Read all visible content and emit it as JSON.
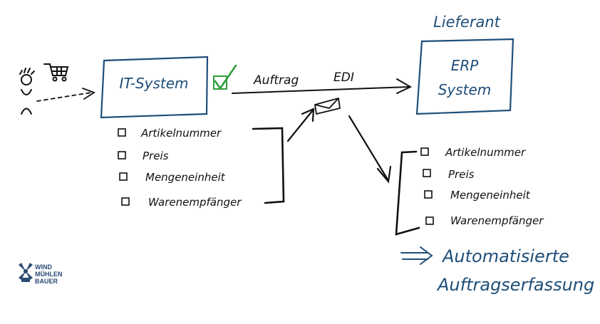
{
  "colors": {
    "ink_black": "#111111",
    "ink_blue": "#1f4e79",
    "ink_green": "#2e9e3a",
    "logo_blue": "#2a4a73"
  },
  "labels": {
    "supplier": "Lieferant",
    "it_system": "IT-System",
    "erp_line1": "ERP",
    "erp_line2": "System",
    "flow_order": "Auftrag",
    "flow_edi": "EDI",
    "result_line1": "Automatisierte",
    "result_line2": "Auftragserfassung"
  },
  "left_fields": [
    "Artikelnummer",
    "Preis",
    "Mengeneinheit",
    "Warenempfänger"
  ],
  "right_fields": [
    "Artikelnummer",
    "Preis",
    "Mengeneinheit",
    "Warenempfänger"
  ],
  "icons": {
    "customer": "person-icon",
    "cart": "shopping-cart-icon",
    "check": "checkmark-icon",
    "mail": "envelope-icon",
    "result_arrow": "double-arrow-icon"
  },
  "logo": {
    "line1": "WIND",
    "line2": "MÜHLEN",
    "line3": "BAUER"
  }
}
